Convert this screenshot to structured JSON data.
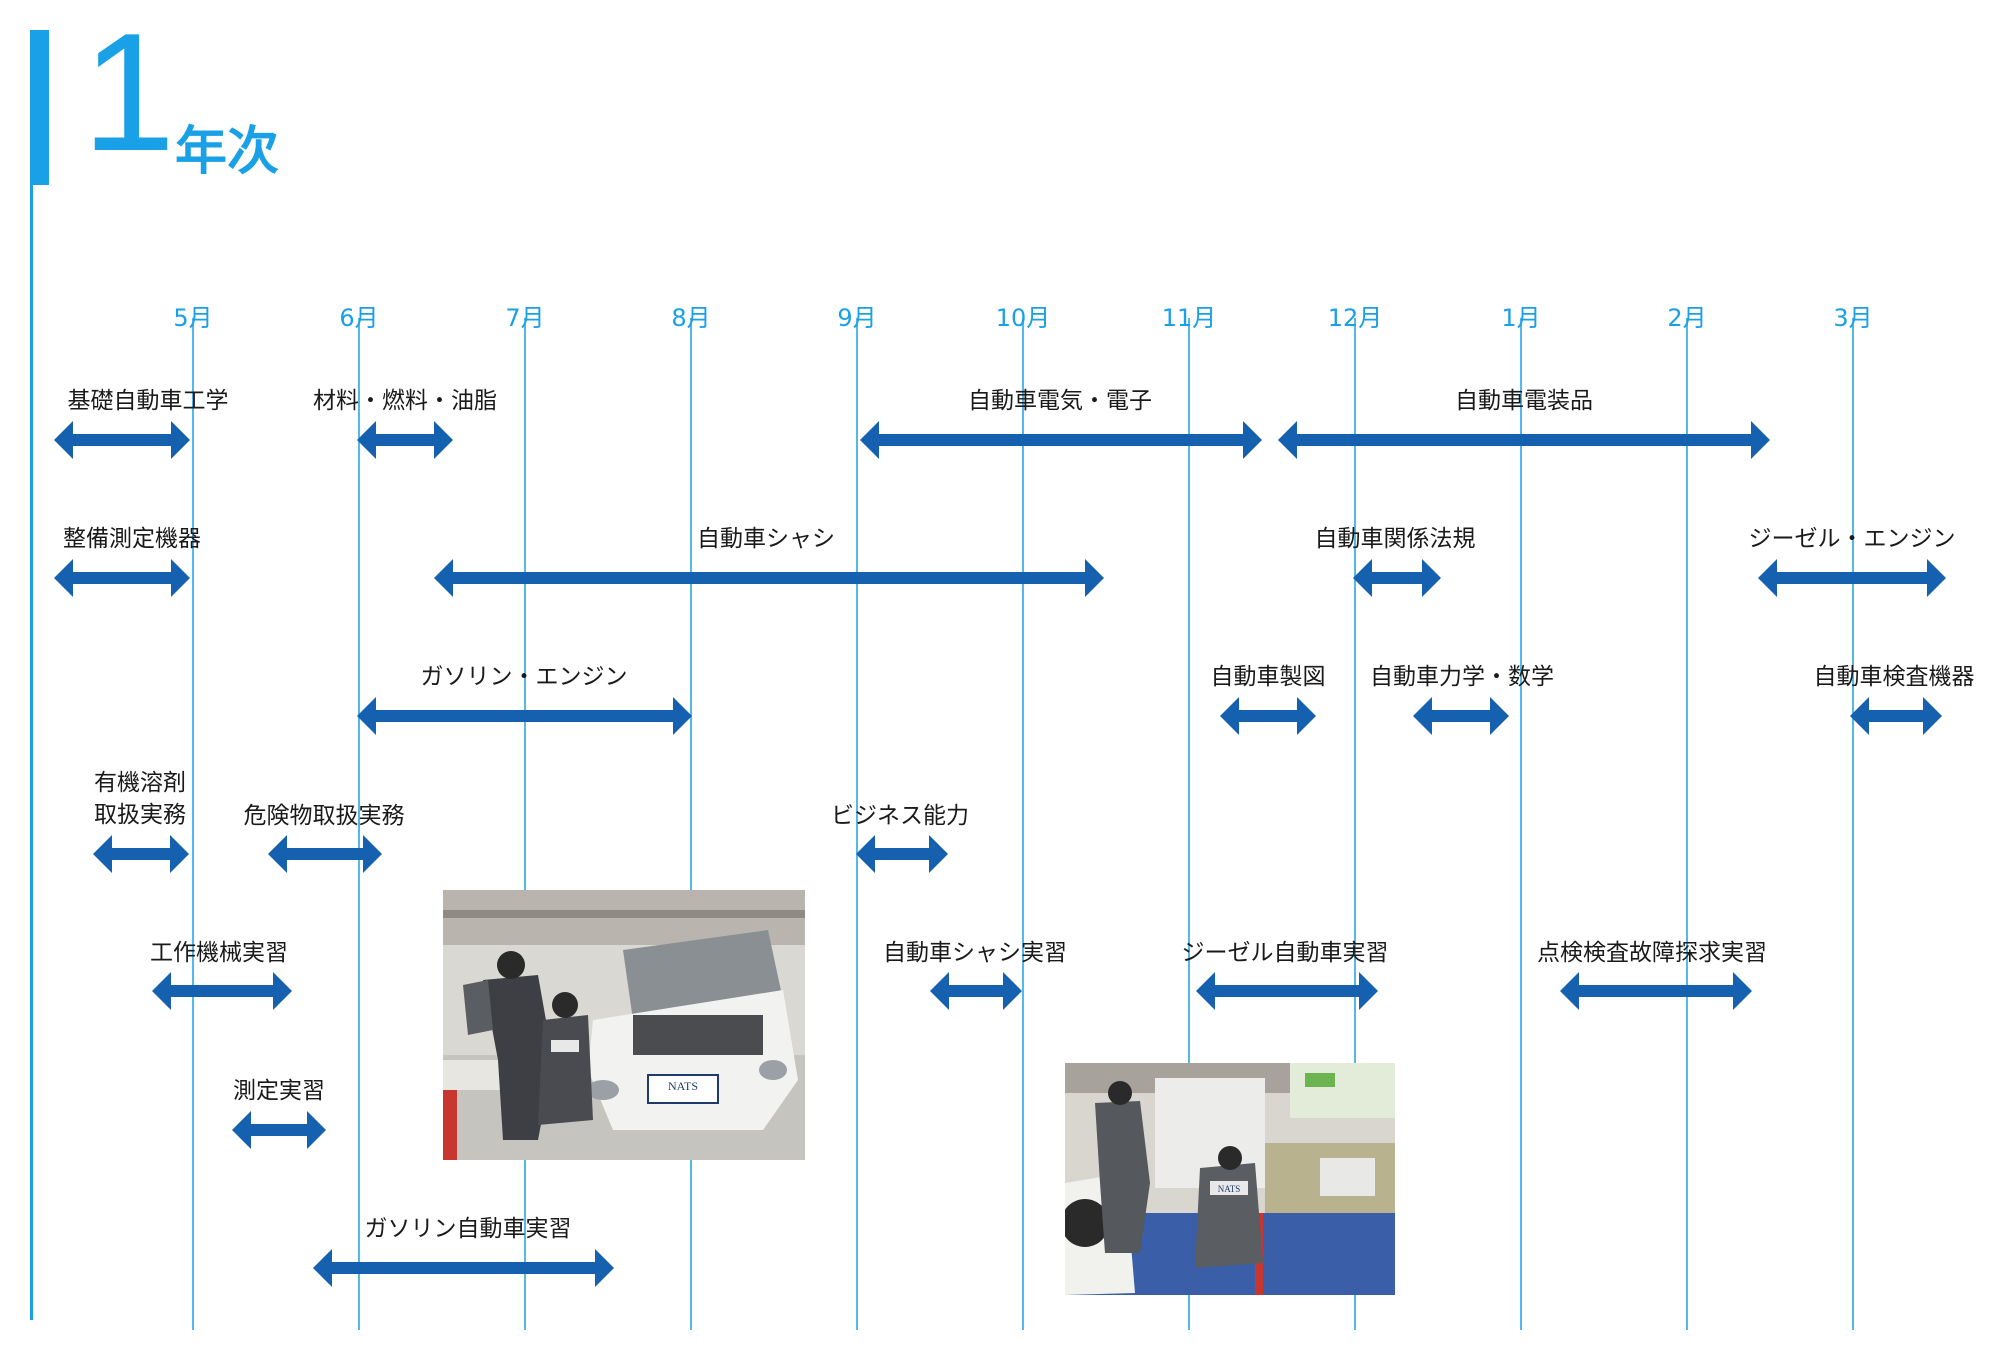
{
  "header": {
    "year_number": "1",
    "year_label": "年次",
    "accent": "#1aa0e6"
  },
  "months": [
    "5月",
    "6月",
    "7月",
    "8月",
    "9月",
    "10月",
    "11月",
    "12月",
    "1月",
    "2月",
    "3月"
  ],
  "arrow_color": "#1660b0",
  "courses": [
    {
      "id": "kiso-jidosha-kogaku",
      "label": [
        "基礎自動車工学"
      ]
    },
    {
      "id": "zairyo-nenryo-yushi",
      "label": [
        "材料・燃料・油脂"
      ]
    },
    {
      "id": "jidosha-denki-denshi",
      "label": [
        "自動車電気・電子"
      ]
    },
    {
      "id": "jidosha-densohin",
      "label": [
        "自動車電装品"
      ]
    },
    {
      "id": "seibi-sokutei-kiki",
      "label": [
        "整備測定機器"
      ]
    },
    {
      "id": "jidosha-chassis",
      "label": [
        "自動車シャシ"
      ]
    },
    {
      "id": "jidosha-kankei-hoki",
      "label": [
        "自動車関係法規"
      ]
    },
    {
      "id": "diesel-engine",
      "label": [
        "ジーゼル・エンジン"
      ]
    },
    {
      "id": "gasoline-engine",
      "label": [
        "ガソリン・エンジン"
      ]
    },
    {
      "id": "jidosha-seizu",
      "label": [
        "自動車製図"
      ]
    },
    {
      "id": "jidosha-rikigaku-sugaku",
      "label": [
        "自動車力学・数学"
      ]
    },
    {
      "id": "jidosha-kensa-kiki",
      "label": [
        "自動車検査機器"
      ]
    },
    {
      "id": "yuki-yozai",
      "label": [
        "有機溶剤",
        "取扱実務"
      ]
    },
    {
      "id": "kikenbutsu",
      "label": [
        "危険物取扱実務"
      ]
    },
    {
      "id": "business-noryoku",
      "label": [
        "ビジネス能力"
      ]
    },
    {
      "id": "kosaku-kikai-jisshu",
      "label": [
        "工作機械実習"
      ]
    },
    {
      "id": "jidosha-chassis-jisshu",
      "label": [
        "自動車シャシ実習"
      ]
    },
    {
      "id": "diesel-jidosha-jisshu",
      "label": [
        "ジーゼル自動車実習"
      ]
    },
    {
      "id": "tenken-kensa-jisshu",
      "label": [
        "点検検査故障探求実習"
      ]
    },
    {
      "id": "sokutei-jisshu",
      "label": [
        "測定実習"
      ]
    },
    {
      "id": "gasoline-jidosha-jisshu",
      "label": [
        "ガソリン自動車実習"
      ]
    }
  ],
  "photos": [
    {
      "id": "photo-engine-practice",
      "badge": "NATS"
    },
    {
      "id": "photo-diesel-practice",
      "badge": "NATS"
    }
  ]
}
